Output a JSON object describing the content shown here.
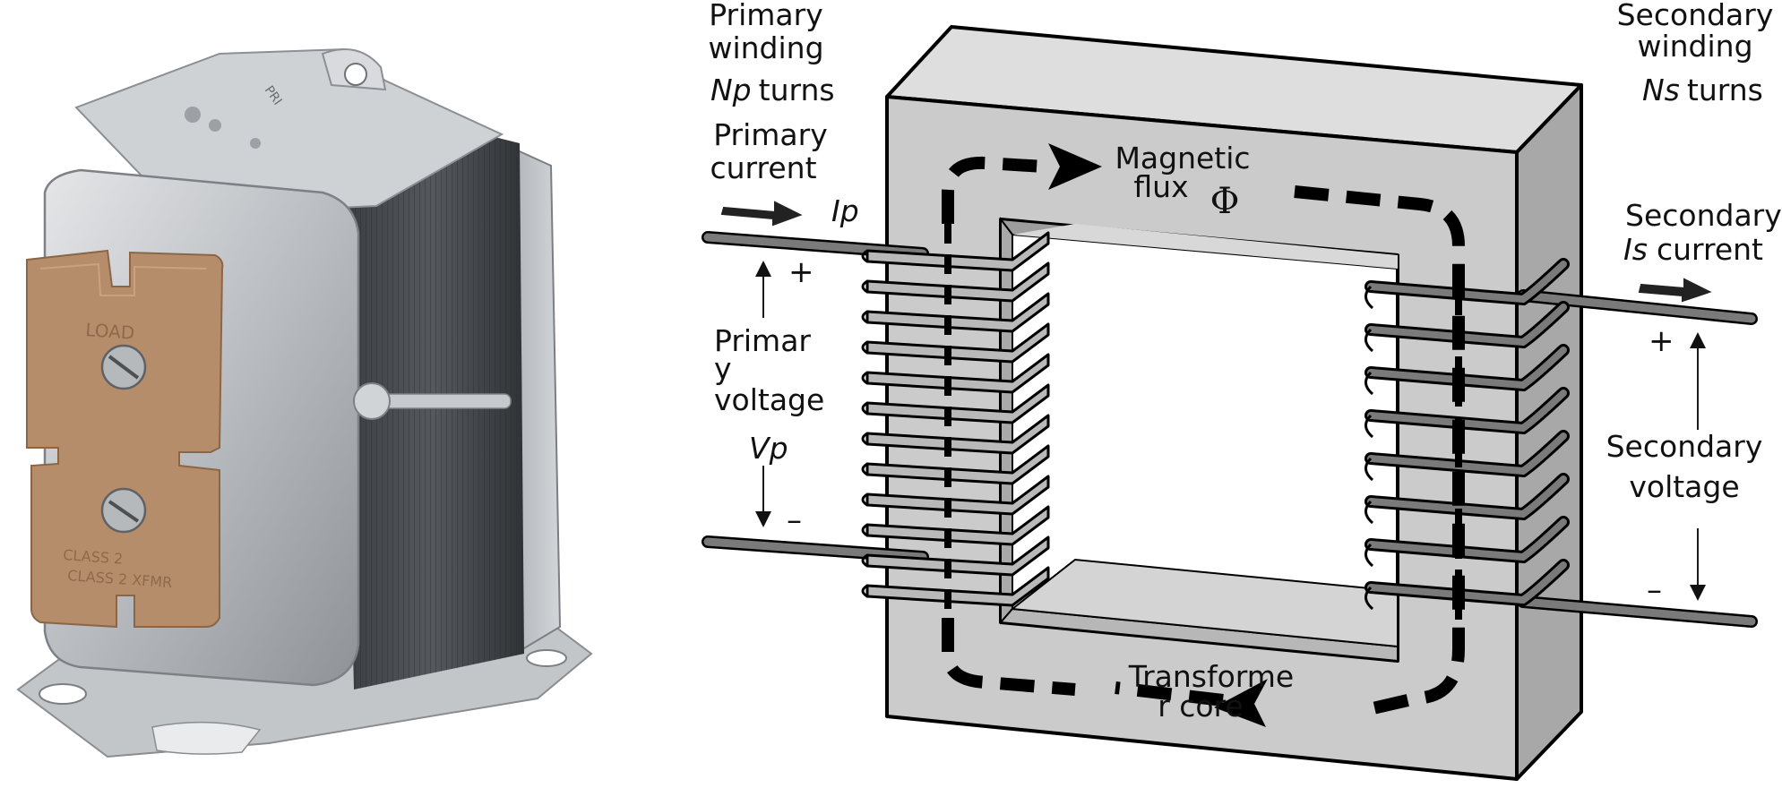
{
  "figure": {
    "photo": {
      "lettering": "LOAD CLASS 2 CLASS 2 XFMR PRI"
    },
    "primary": {
      "winding_line1": "Primary",
      "winding_line2": "winding",
      "turns_symbol": "Np",
      "turns_word": "turns",
      "current_line1": "Primary",
      "current_line2": "current",
      "current_symbol": "Ip",
      "voltage_line1": "Primar",
      "voltage_line2": "y",
      "voltage_line3": "voltage",
      "voltage_symbol": "Vp",
      "plus": "+",
      "minus": "–"
    },
    "secondary": {
      "winding_line1": "Secondary",
      "winding_line2": "winding",
      "turns_symbol": "Ns",
      "turns_word": "turns",
      "current_line1": "Secondary",
      "current_symbol": "Is",
      "current_word": "current",
      "voltage_line1": "Secondary",
      "voltage_line2": "voltage",
      "plus": "+",
      "minus": "–"
    },
    "flux": {
      "line1": "Magnetic",
      "line2": "flux",
      "symbol": "Φ"
    },
    "core": {
      "line1": "Transforme",
      "line2": "r core"
    },
    "colors": {
      "core_front": "#cbcbcb",
      "core_top": "#dedede",
      "core_side": "#a8a8a8",
      "coil": "#b9b9b9",
      "wire": "#7a7a7a",
      "photo_background": "#ffffff"
    }
  }
}
